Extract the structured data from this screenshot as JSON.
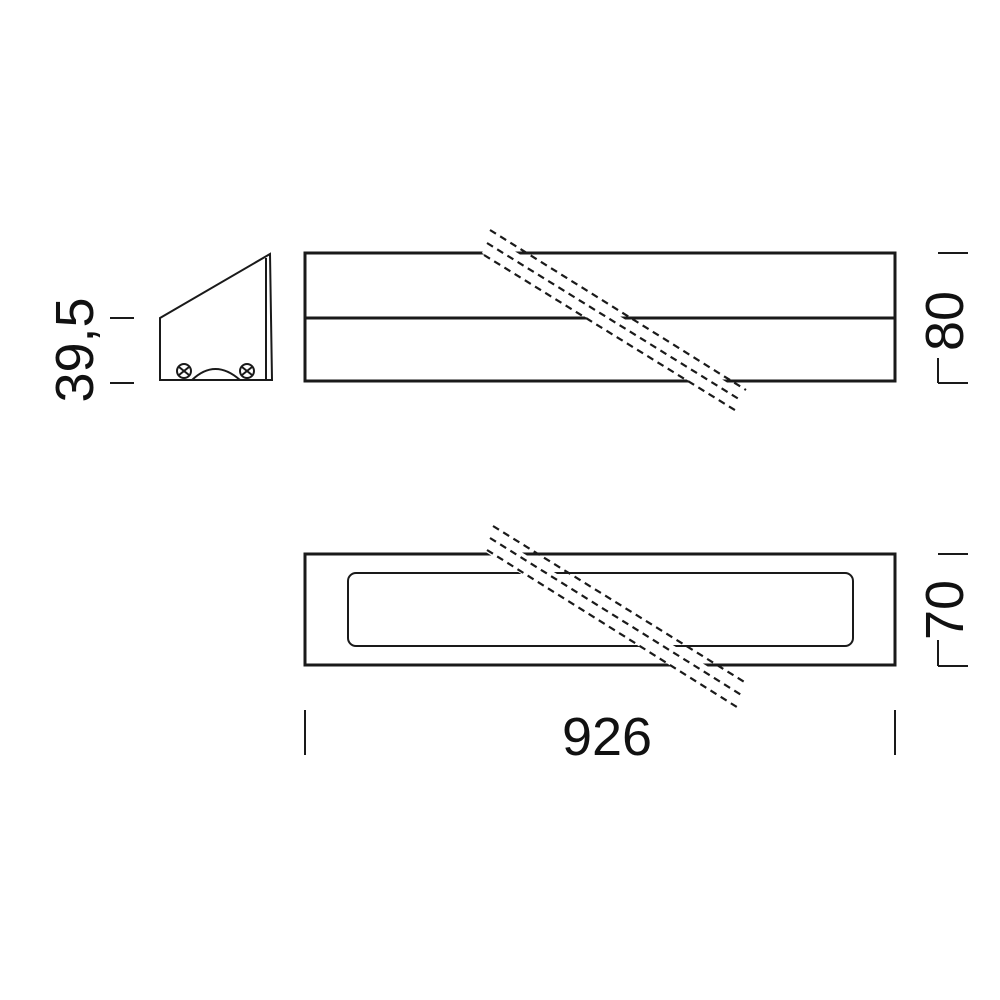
{
  "dimensions": {
    "side_height": "39,5",
    "front_height": "80",
    "bottom_depth": "70",
    "total_length": "926"
  },
  "colors": {
    "line": "#1a1a1a",
    "background": "#ffffff"
  }
}
